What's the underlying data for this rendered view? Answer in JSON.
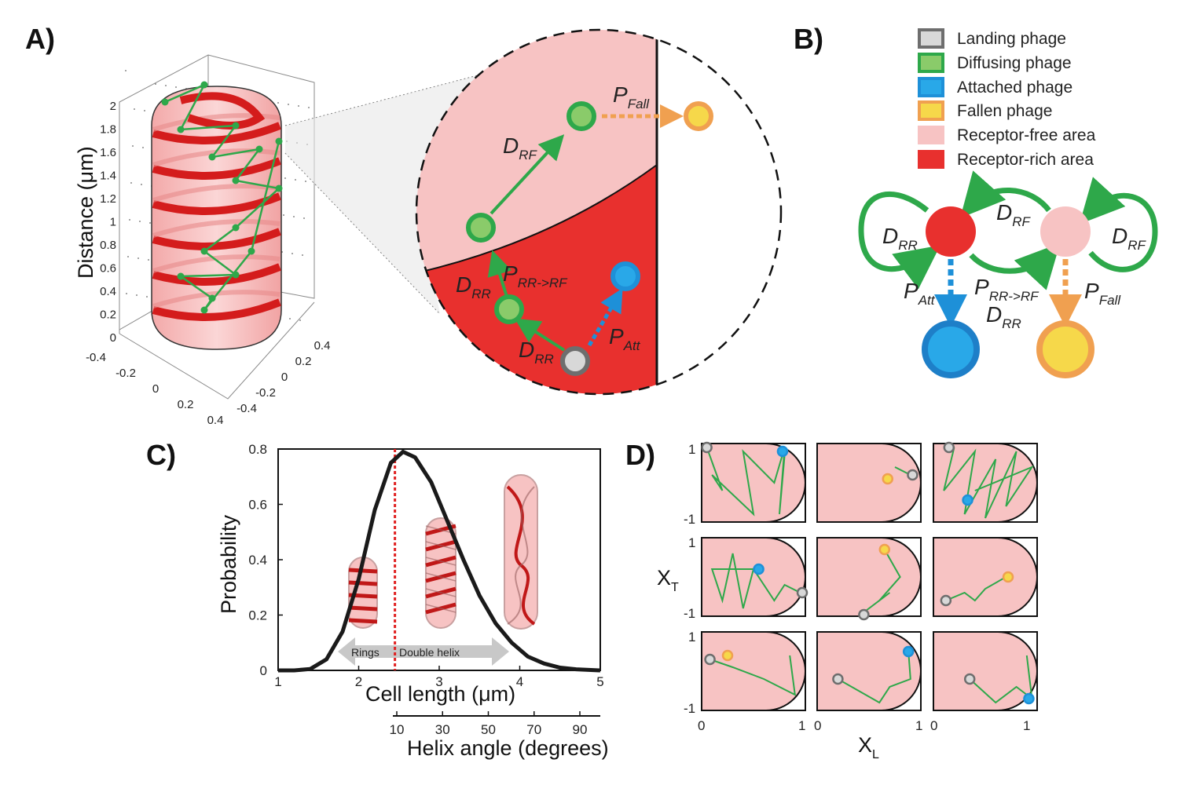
{
  "panels": {
    "a": "A)",
    "b": "B)",
    "c": "C)",
    "d": "D)"
  },
  "colors": {
    "receptor_free": "#f7c3c3",
    "receptor_rich": "#e8302e",
    "diffusing": "#2ea84a",
    "attached": "#1e90d8",
    "fallen": "#f0a050",
    "fallen_fill": "#f6d84a",
    "landing": "#6e6e6e"
  },
  "panel_a": {
    "ylabel": "Distance (μm)",
    "zticks": [
      "0",
      "0.2",
      "0.4",
      "0.6",
      "0.8",
      "1",
      "1.2",
      "1.4",
      "1.6",
      "1.8",
      "2"
    ],
    "xticks": [
      "-0.4",
      "-0.2",
      "0",
      "0.2",
      "0.4"
    ],
    "yticks": [
      "0.4",
      "0.2",
      "0",
      "-0.2",
      "-0.4"
    ]
  },
  "zoom": {
    "d_rf": {
      "base": "D",
      "sub": "RF"
    },
    "p_fall": {
      "base": "P",
      "sub": "Fall"
    },
    "d_rr1": {
      "base": "D",
      "sub": "RR"
    },
    "p_rr_rf": {
      "base": "P",
      "sub": "RR->RF"
    },
    "d_rr2": {
      "base": "D",
      "sub": "RR"
    },
    "p_att": {
      "base": "P",
      "sub": "Att"
    }
  },
  "legend": [
    {
      "label": "Landing phage",
      "icon": "landing-phage-icon"
    },
    {
      "label": "Diffusing phage",
      "icon": "diffusing-phage-icon"
    },
    {
      "label": "Attached phage",
      "icon": "attached-phage-icon"
    },
    {
      "label": "Fallen phage",
      "icon": "fallen-phage-icon"
    },
    {
      "label": "Receptor-free area",
      "icon": "receptor-free-icon"
    },
    {
      "label": "Receptor-rich area",
      "icon": "receptor-rich-icon"
    }
  ],
  "state_diagram": {
    "d_rr_loop": {
      "base": "D",
      "sub": "RR"
    },
    "d_rf_top": {
      "base": "D",
      "sub": "RF"
    },
    "d_rf_loop": {
      "base": "D",
      "sub": "RF"
    },
    "p_att": {
      "base": "P",
      "sub": "Att"
    },
    "p_rr_rf": {
      "base": "P",
      "sub": "RR->RF"
    },
    "d_rr_bottom": {
      "base": "D",
      "sub": "RR"
    },
    "p_fall": {
      "base": "P",
      "sub": "Fall"
    }
  },
  "panel_c": {
    "ylabel": "Probability",
    "xlabel": "Cell length (μm)",
    "x2label": "Helix angle (degrees)",
    "arrow_left": "Rings",
    "arrow_right": "Double  helix"
  },
  "panel_d": {
    "ylabel": "X",
    "ylabel_sub": "T",
    "xlabel": "X",
    "xlabel_sub": "L",
    "yticks": [
      "1",
      "-1"
    ],
    "xticks": [
      "0",
      "1"
    ]
  },
  "chart_data": {
    "type": "line",
    "title": "",
    "xlabel": "Cell length (μm)",
    "ylabel": "Probability",
    "x2label": "Helix angle (degrees)",
    "xlim": [
      1,
      5
    ],
    "ylim": [
      0,
      0.8
    ],
    "xticks": [
      1,
      2,
      3,
      4,
      5
    ],
    "yticks": [
      0,
      0.2,
      0.4,
      0.6,
      0.8
    ],
    "x2ticks": [
      10,
      30,
      50,
      70,
      90
    ],
    "series": [
      {
        "x": [
          1.0,
          1.2,
          1.4,
          1.6,
          1.8,
          2.0,
          2.2,
          2.4,
          2.55,
          2.7,
          2.9,
          3.1,
          3.3,
          3.5,
          3.7,
          3.9,
          4.1,
          4.3,
          4.5,
          4.7,
          5.0
        ],
        "y": [
          0.0,
          0.0,
          0.005,
          0.04,
          0.14,
          0.33,
          0.58,
          0.75,
          0.79,
          0.77,
          0.68,
          0.54,
          0.4,
          0.27,
          0.17,
          0.1,
          0.05,
          0.025,
          0.01,
          0.004,
          0.0
        ]
      }
    ],
    "threshold_x": 2.45,
    "grid": false
  }
}
